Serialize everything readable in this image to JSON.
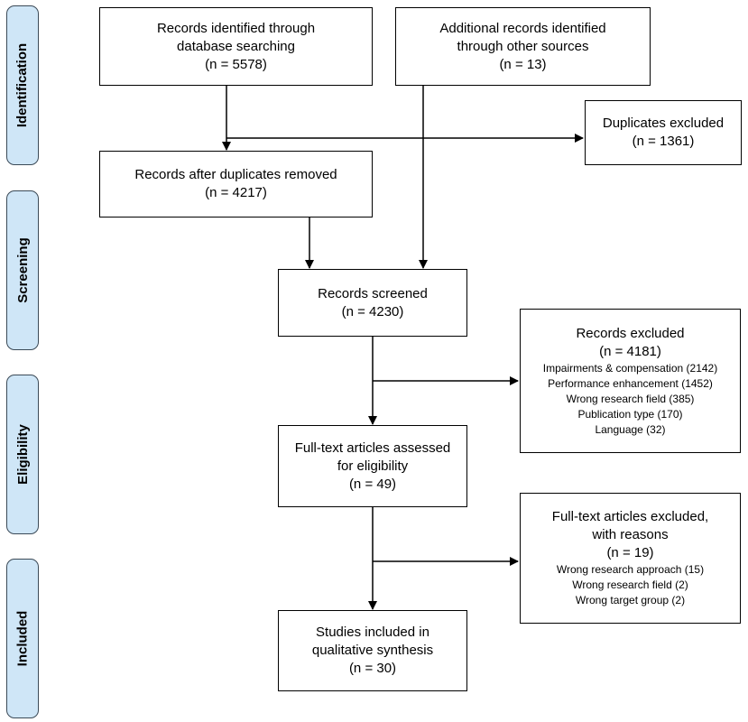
{
  "phases": {
    "identification": "Identification",
    "screening": "Screening",
    "eligibility": "Eligibility",
    "included": "Included"
  },
  "boxes": {
    "database": {
      "lines": [
        "Records identified through",
        "database searching",
        "(n = 5578)"
      ]
    },
    "other_sources": {
      "lines": [
        "Additional records identified",
        "through other sources",
        "(n = 13)"
      ]
    },
    "duplicates_excluded": {
      "lines": [
        "Duplicates excluded",
        "(n = 1361)"
      ]
    },
    "after_duplicates": {
      "lines": [
        "Records after duplicates removed",
        "(n = 4217)"
      ]
    },
    "screened": {
      "lines": [
        "Records screened",
        "(n = 4230)"
      ]
    },
    "records_excluded": {
      "lines": [
        "Records excluded",
        "(n = 4181)"
      ],
      "reasons": [
        "Impairments & compensation (2142)",
        "Performance enhancement (1452)",
        "Wrong research field (385)",
        "Publication type (170)",
        "Language (32)"
      ]
    },
    "fulltext_assessed": {
      "lines": [
        "Full-text articles assessed",
        "for eligibility",
        "(n = 49)"
      ]
    },
    "fulltext_excluded": {
      "lines": [
        "Full-text articles excluded,",
        "with reasons",
        "(n = 19)"
      ],
      "reasons": [
        "Wrong research approach (15)",
        "Wrong research field (2)",
        "Wrong target group (2)"
      ]
    },
    "included_studies": {
      "lines": [
        "Studies included in",
        "qualitative synthesis",
        "(n = 30)"
      ]
    }
  },
  "colors": {
    "phase_fill": "#cfe6f7",
    "phase_border": "#3b4a57",
    "line": "#000000"
  }
}
